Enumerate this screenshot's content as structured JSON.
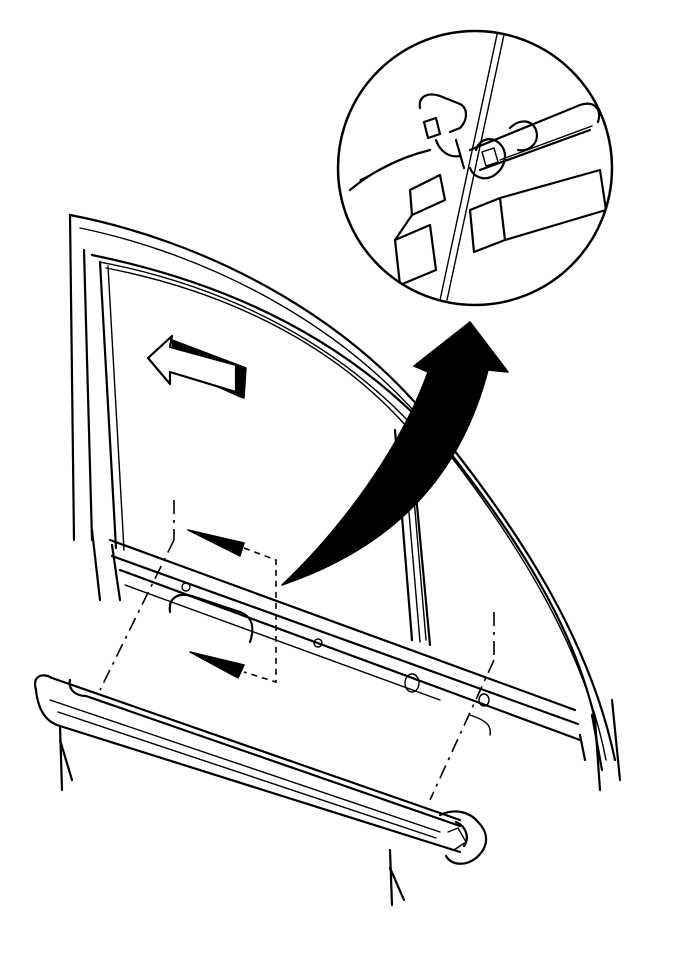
{
  "figure": {
    "description_visible_text": "",
    "colors": {
      "line": "#000000",
      "background": "#ffffff"
    },
    "parts": [
      {
        "name": "door-window-frame"
      },
      {
        "name": "window-glass"
      },
      {
        "name": "door-panel"
      },
      {
        "name": "weatherstrip-molding"
      },
      {
        "name": "detail-magnifier"
      },
      {
        "name": "callout-arrow"
      },
      {
        "name": "direction-arrow"
      }
    ]
  }
}
